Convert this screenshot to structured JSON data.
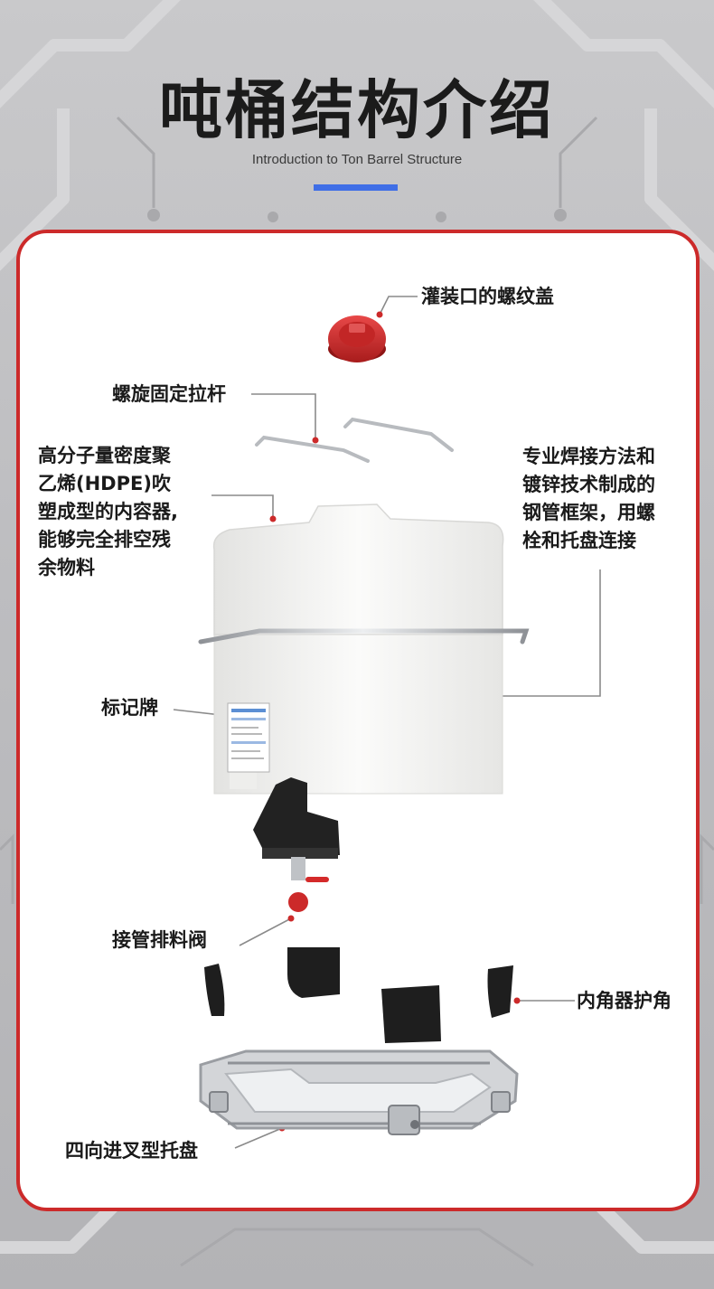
{
  "page": {
    "title": "吨桶结构介绍",
    "subtitle": "Introduction to Ton Barrel Structure"
  },
  "colors": {
    "accent_bar": "#3f6ee6",
    "card_border": "#cc2a2a",
    "leader_dot": "#cc2a2a",
    "cap": "#d42a2a",
    "frame_steel": "#b9bcc0",
    "valve_and_corners": "#1e1e1e",
    "tank": "#f4f4f2"
  },
  "labels": {
    "cap": "灌装口的螺纹盖",
    "rod": "螺旋固定拉杆",
    "hdpe": [
      "高分子量密度聚",
      "乙烯(HDPE)吹",
      "塑成型的内容器,",
      "能够完全排空残",
      "余物料"
    ],
    "frame": [
      "专业焊接方法和",
      "镀锌技术制成的",
      "钢管框架，用螺",
      "栓和托盘连接"
    ],
    "nameplate": "标记牌",
    "valve": "接管排料阀",
    "corner": "内角器护角",
    "pallet": "四向进叉型托盘"
  }
}
